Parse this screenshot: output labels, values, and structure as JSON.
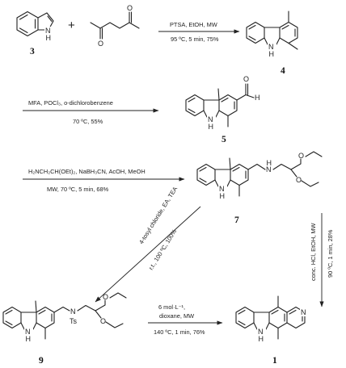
{
  "compounds": [
    {
      "id": "indole",
      "number": "3",
      "nh": "H",
      "n": "N"
    },
    {
      "id": "hexanedione",
      "o1": "O",
      "o2": "O"
    },
    {
      "id": "dimethylcarbazole",
      "number": "4",
      "nh": "H",
      "n": "N"
    },
    {
      "id": "aldehyde",
      "number": "5",
      "nh": "H",
      "n": "N",
      "h": "H",
      "o": "O"
    },
    {
      "id": "amine",
      "number": "7",
      "nh": "H",
      "n": "N",
      "amine_n": "N",
      "amine_h": "H",
      "o1": "O",
      "o2": "O"
    },
    {
      "id": "tosylamide",
      "number": "9",
      "nh": "H",
      "n": "N",
      "amide_n": "N",
      "ts": "Ts",
      "o1": "O",
      "o2": "O"
    },
    {
      "id": "ellipticine",
      "number": "1",
      "nh": "H",
      "n": "N",
      "pyridine_n": "N"
    }
  ],
  "reactions": [
    {
      "id": "step1",
      "above": "PTSA, EtOH, MW",
      "below": "95 ºC, 5 min, 75%"
    },
    {
      "id": "step2",
      "above": "MFA, POCl₃, o-dichlorobenzene",
      "below": "70 ºC, 55%"
    },
    {
      "id": "step3",
      "above": "H₂NCH₂CH(OEt)₂, NaBH₃CN, AcOH, MeOH",
      "below": "MW, 70 ºC, 5 min, 68%"
    },
    {
      "id": "step4",
      "above": "4-tosyl chloride, EA, TEA",
      "below": "r.t., 100 ºC, 100%"
    },
    {
      "id": "step5",
      "above": "conc. HCl, EtOH, MW",
      "below": "90 ºC, 1 min, 28%"
    },
    {
      "id": "step6",
      "above_1": "6 mol·L⁻¹,",
      "above_2": "dioxane, MW",
      "below": "140 ºC, 1 min, 76%"
    }
  ],
  "plus_sign": "+"
}
